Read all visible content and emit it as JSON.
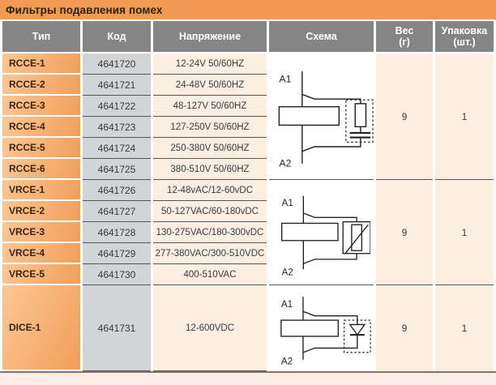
{
  "title": "Фильтры подавления помех",
  "colors": {
    "title_bar": "#ef9b52",
    "header_bg": "#858585",
    "type_cell_gradient_start": "#fcc795",
    "type_cell_gradient_end": "#f2a05c",
    "code_cell_bg": "#d2d4d5",
    "cream_cell_bg": "#fcefe2",
    "separator": "#55565a",
    "bottom_rule": "#8d7264"
  },
  "table": {
    "headers": {
      "type": "Тип",
      "code": "Код",
      "voltage": "Напряжение",
      "schema": "Схема",
      "weight": "Вес\n(г)",
      "packaging": "Упаковка\n(шт.)"
    },
    "groups": [
      {
        "schema_type": "rc-suppressor",
        "schema_labels": {
          "a1": "A1",
          "a2": "A2"
        },
        "weight": "9",
        "packaging": "1",
        "rows": [
          {
            "type": "RCCE-1",
            "code": "4641720",
            "voltage": "12-24V 50/60HZ"
          },
          {
            "type": "RCCE-2",
            "code": "4641721",
            "voltage": "24-48V 50/60HZ"
          },
          {
            "type": "RCCE-3",
            "code": "4641722",
            "voltage": "48-127V 50/60HZ"
          },
          {
            "type": "RCCE-4",
            "code": "4641723",
            "voltage": "127-250V 50/60HZ"
          },
          {
            "type": "RCCE-5",
            "code": "4641724",
            "voltage": "250-380V 50/60HZ"
          },
          {
            "type": "RCCE-6",
            "code": "4641725",
            "voltage": "380-510V 50/60HZ"
          }
        ]
      },
      {
        "schema_type": "varistor",
        "schema_labels": {
          "a1": "A1",
          "a2": "A2"
        },
        "weight": "9",
        "packaging": "1",
        "rows": [
          {
            "type": "VRCE-1",
            "code": "4641726",
            "voltage": "12-48vAC/12-60vDC"
          },
          {
            "type": "VRCE-2",
            "code": "4641727",
            "voltage": "50-127VAC/60-180vDC"
          },
          {
            "type": "VRCE-3",
            "code": "4641728",
            "voltage": "130-275VAC/180-300vDC"
          },
          {
            "type": "VRCE-4",
            "code": "4641729",
            "voltage": "277-380VAC/300-510VDC"
          },
          {
            "type": "VRCE-5",
            "code": "4641730",
            "voltage": "400-510VAC"
          }
        ]
      },
      {
        "schema_type": "diode",
        "schema_labels": {
          "a1": "A1",
          "a2": "A2"
        },
        "weight": "9",
        "packaging": "1",
        "rows": [
          {
            "type": "DICE-1",
            "code": "4641731",
            "voltage": "12-600VDC"
          }
        ]
      }
    ]
  }
}
